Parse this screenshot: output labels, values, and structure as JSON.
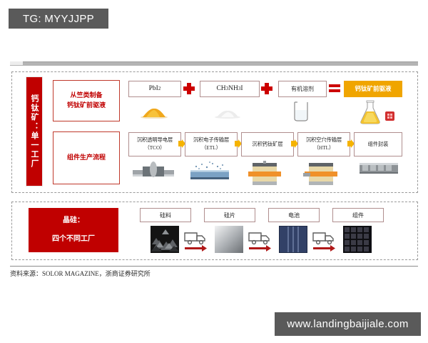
{
  "watermarks": {
    "top_tag": "TG: MYYJJPP",
    "bottom_url": "www.landingbaijiale.com"
  },
  "perovskite_panel": {
    "vertical_label": "钙钛矿：单一工厂",
    "caption_precursor": "从竺类制备\n钙钛矿前驱液",
    "caption_precursor_line1": "从竺类制备",
    "caption_precursor_line2": "钙钛矿前驱液",
    "caption_module": "组件生产流程",
    "reaction": {
      "reactant_1": "PbI",
      "reactant_1_sub": "2",
      "operator_1": "+",
      "reactant_2": "CH3NH3I",
      "reactant_2_parts": {
        "a": "CH",
        "a_sub": "3",
        "b": "NH",
        "b_sub": "3",
        "c": "I"
      },
      "operator_2": "+",
      "reactant_3": "有机溶剂",
      "operator_3": "=",
      "product": "钙钛矿前驱液",
      "product_color": "#f0a500"
    },
    "reaction_images": [
      {
        "name": "yellow-powder",
        "caption": "PbI2 黄色粉末"
      },
      {
        "name": "white-powder",
        "caption": "CH3NH3I 白色粉末"
      },
      {
        "name": "beaker",
        "caption": "有机溶剂烧杯"
      },
      {
        "name": "flask",
        "caption": "钙钛矿前驱液锥形瓶"
      }
    ],
    "process_steps": [
      {
        "line1": "沉积透明导电层",
        "line2": "（TCO）"
      },
      {
        "line1": "沉积电子传输层",
        "line2": "（ETL）"
      },
      {
        "line1": "沉积钙钛矿层",
        "line2": ""
      },
      {
        "line1": "沉积空穴传输层",
        "line2": "（HTL）"
      },
      {
        "line1": "组件封装",
        "line2": ""
      }
    ]
  },
  "silicon_panel": {
    "label_line1": "晶硅：",
    "label_line2": "四个不同工厂",
    "steps": [
      "硅料",
      "硅片",
      "电池",
      "组件"
    ],
    "transport_icon": "truck-icon",
    "transport_count": 3
  },
  "footer": {
    "source": "资料来源：SOLOR MAGAZINE，浙商证券研究所"
  },
  "colors": {
    "red": "#c00000",
    "red_outline": "#c0392b",
    "amber": "#f0a500",
    "arrow_yellow": "#f5b300",
    "dashed_border": "#9a9a9a",
    "watermark_bg": "#5a5a5a"
  }
}
